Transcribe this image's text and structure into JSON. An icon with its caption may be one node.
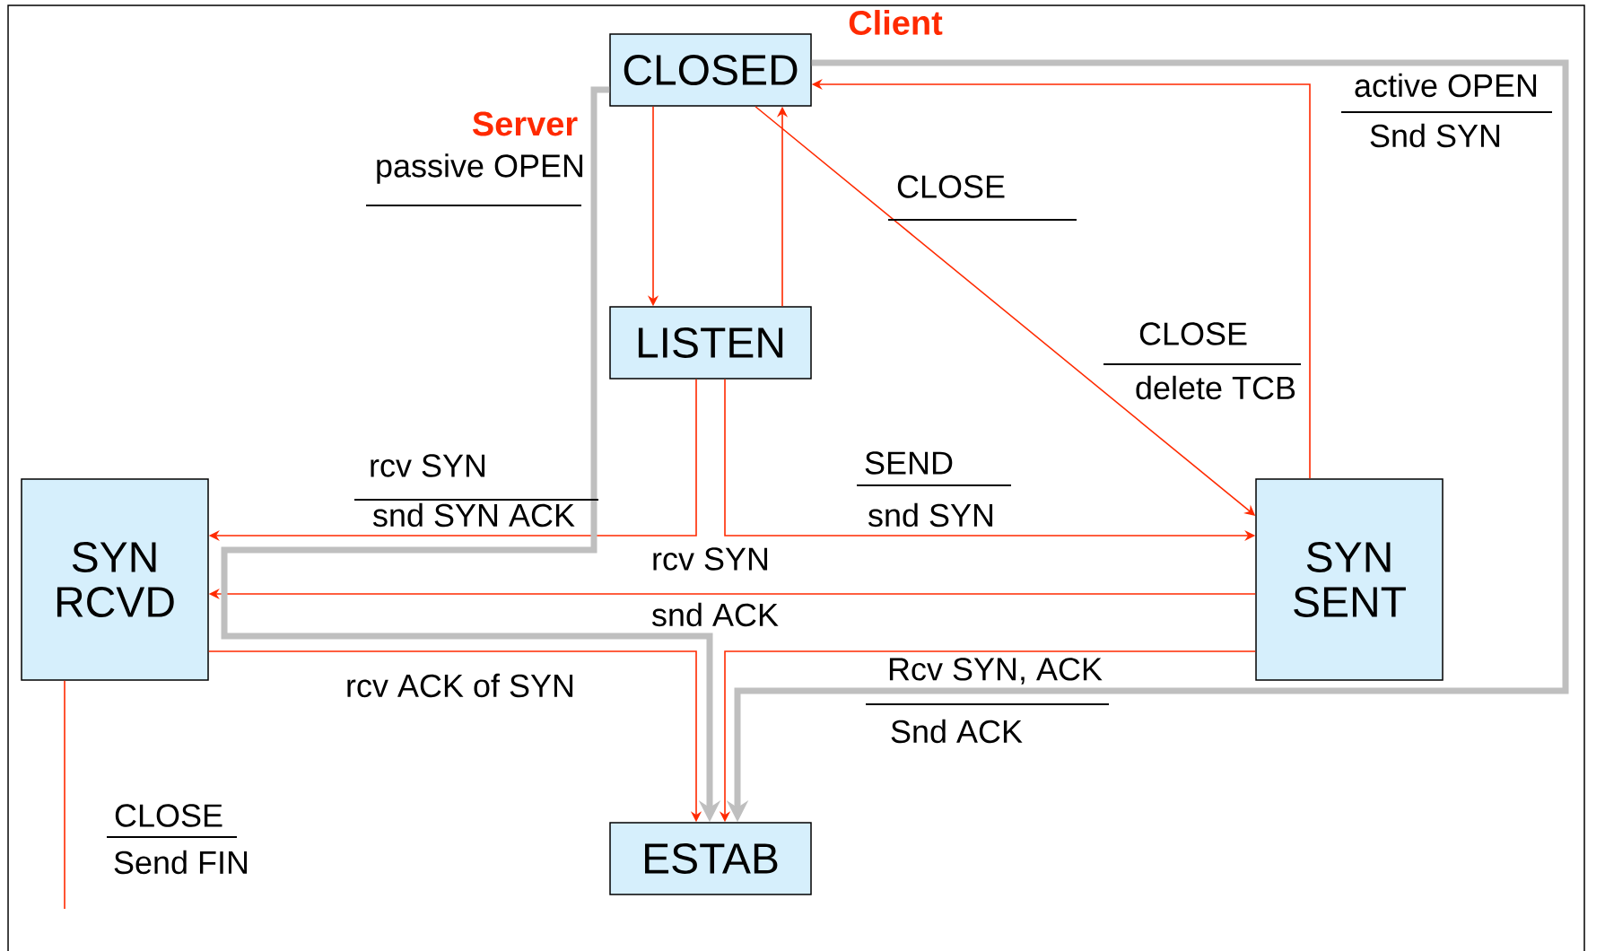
{
  "diagram": {
    "nodes": [
      {
        "text": [
          "CLOSED"
        ]
      },
      {
        "text": [
          "LISTEN"
        ]
      },
      {
        "text": [
          "SYN RCVD"
        ]
      },
      {
        "text": [
          "SYN SENT"
        ]
      },
      {
        "text": [
          "ESTAB"
        ]
      }
    ],
    "edges": [
      {
        "from": 0,
        "to": 1,
        "arrow": "to"
      },
      {
        "from": 1,
        "to": 0,
        "arrow": "to"
      },
      {
        "from": 0,
        "to": 3,
        "arrow": "to"
      },
      {
        "from": 3,
        "to": 0,
        "arrow": "to"
      },
      {
        "from": 1,
        "to": 2,
        "arrow": "to"
      },
      {
        "from": 1,
        "to": 3,
        "arrow": "to"
      },
      {
        "from": 3,
        "to": 2,
        "arrow": "to"
      },
      {
        "from": 2,
        "to": 4,
        "arrow": "to"
      },
      {
        "from": 3,
        "to": 4,
        "arrow": "to"
      },
      {
        "from": 2,
        "to": null,
        "arrow": "none"
      },
      {
        "from": 0,
        "to": 4,
        "arrow": "to",
        "style": "thick",
        "color": "#bfbfbf"
      },
      {
        "from": 0,
        "to": 4,
        "arrow": "to",
        "style": "thick",
        "color": "#bfbfbf"
      }
    ],
    "labels": [
      "Client",
      "Server",
      "active OPEN",
      "Snd SYN",
      "passive OPEN",
      "CLOSE",
      "CLOSE",
      "delete TCB",
      "rcv SYN",
      "snd SYN ACK",
      "SEND",
      "snd SYN",
      "rcv SYN",
      "snd ACK",
      "Rcv SYN, ACK",
      "Snd ACK",
      "rcv ACK of SYN",
      "CLOSE",
      "Send FIN"
    ]
  }
}
